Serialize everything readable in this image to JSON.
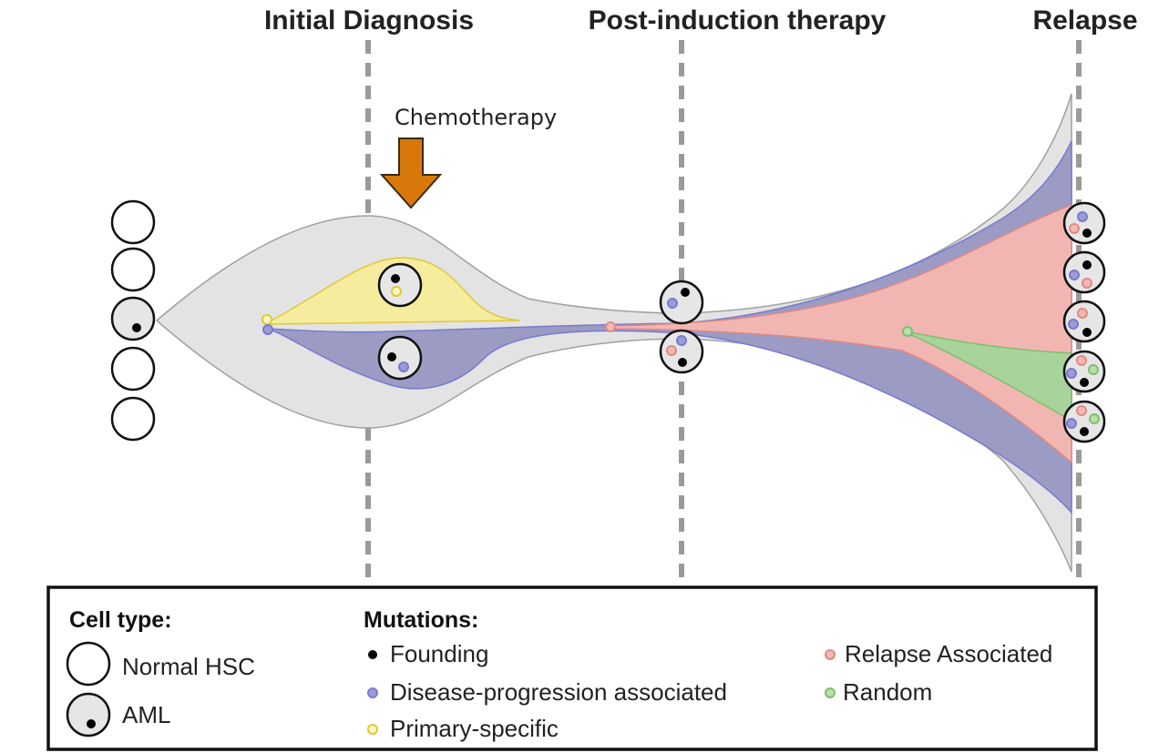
{
  "stages": {
    "initial": "Initial Diagnosis",
    "post": "Post-induction therapy",
    "relapse": "Relapse"
  },
  "treatment": {
    "label": "Chemotherapy"
  },
  "legend": {
    "cell_type": {
      "title": "Cell type:",
      "normal": "Normal HSC",
      "aml": "AML"
    },
    "mutations": {
      "title": "Mutations:",
      "founding": "Founding",
      "disease": "Disease-progression associated",
      "primary": "Primary-specific",
      "relapse": "Relapse Associated",
      "random": "Random"
    }
  },
  "colors": {
    "founding": "#000000",
    "disease": "#8a8ac6",
    "primary": "#f2e26a",
    "relapse": "#eea09c",
    "random": "#8cc080",
    "envelope": "#e3e3e3",
    "arrow": "#d9780a"
  }
}
